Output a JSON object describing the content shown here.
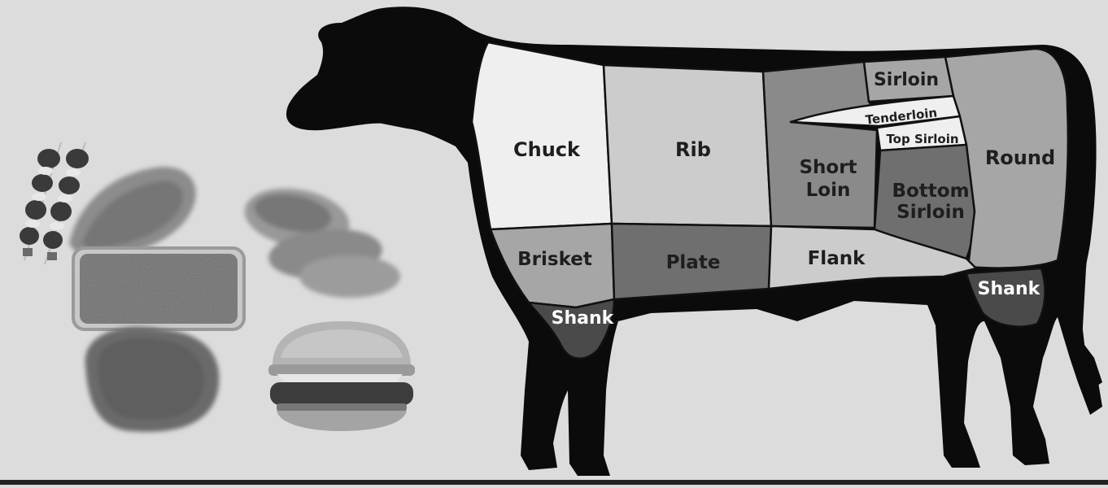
{
  "colors": {
    "background": "#dcdcdc",
    "cow_silhouette": "#0b0b0b",
    "cut_white": "#efefef",
    "cut_light": "#cccccc",
    "cut_mid": "#a6a6a6",
    "cut_dark": "#8a8a8a",
    "cut_darker": "#6f6f6f",
    "shank": "#4a4a4a"
  },
  "cuts": {
    "chuck": "Chuck",
    "rib": "Rib",
    "short_loin_1": "Short",
    "short_loin_2": "Loin",
    "sirloin": "Sirloin",
    "tenderloin": "Tenderloin",
    "top_sirloin": "Top Sirloin",
    "bottom_sirloin_1": "Bottom",
    "bottom_sirloin_2": "Sirloin",
    "round": "Round",
    "brisket": "Brisket",
    "plate": "Plate",
    "flank": "Flank",
    "shank_front": "Shank",
    "shank_rear": "Shank"
  },
  "food_photos": [
    "kebab-skewers",
    "steak",
    "ground-beef-tray",
    "roast",
    "sliced-roast-beef",
    "cheeseburger"
  ]
}
